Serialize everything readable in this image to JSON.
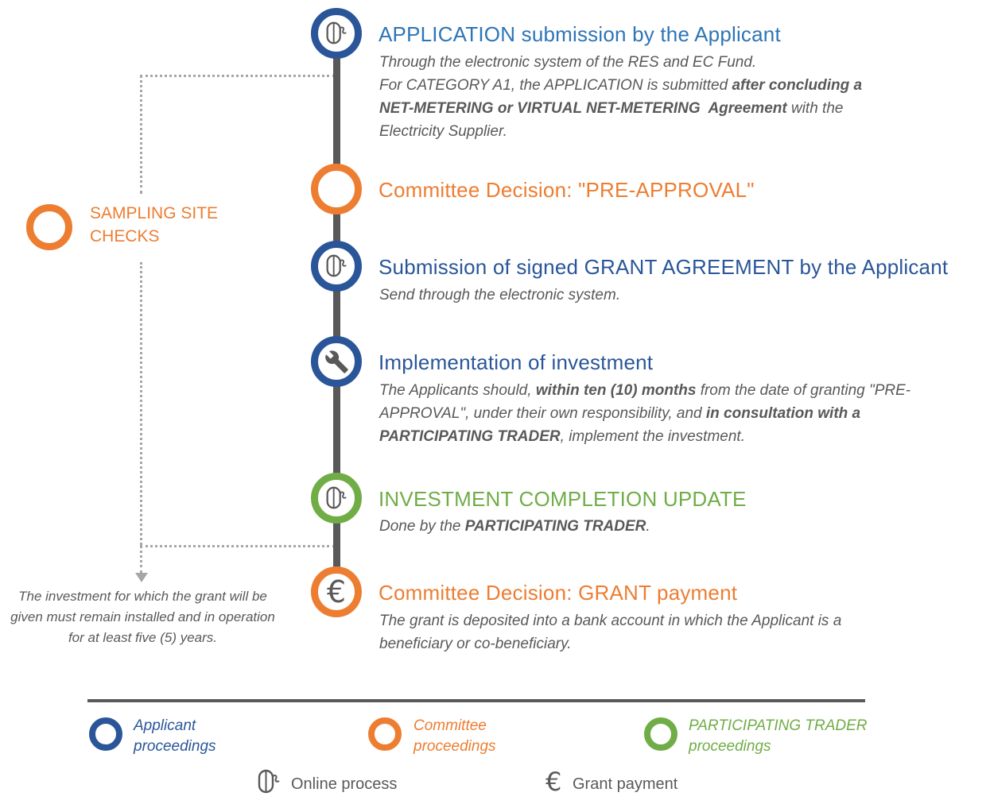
{
  "colors": {
    "blue_dark": "#2a5699",
    "blue_title": "#2e75b6",
    "orange": "#ed7d31",
    "green": "#70ad47",
    "text_gray": "#595959",
    "timeline_gray": "#595959",
    "dotted_gray": "#a6a6a6"
  },
  "sampling": {
    "label": "SAMPLING SITE CHECKS"
  },
  "retention_note": "The investment for which the grant will be given must remain installed and in operation for at least five (5) years.",
  "steps": [
    {
      "title": "APPLICATION submission by the Applicant",
      "icon": "mouse",
      "desc": [
        {
          "text": "Through the electronic system of the RES and EC Fund.\nFor CATEGORY A1, the APPLICATION is submitted ",
          "bold": false
        },
        {
          "text": "after concluding a NET-METERING or VIRTUAL NET-METERING  Agreement",
          "bold": true
        },
        {
          "text": " with the Electricity Supplier.",
          "bold": false
        }
      ]
    },
    {
      "title": "Committee Decision: \"PRE-APPROVAL\"",
      "icon": "none",
      "desc": []
    },
    {
      "title": "Submission of signed GRANT AGREEMENT by the Applicant",
      "icon": "mouse",
      "desc": [
        {
          "text": "Send through the electronic system.",
          "bold": false
        }
      ]
    },
    {
      "title": "Implementation of investment",
      "icon": "wrench",
      "desc": [
        {
          "text": "The Applicants should, ",
          "bold": false
        },
        {
          "text": "within ten (10) months",
          "bold": true
        },
        {
          "text": " from the date of granting \"PRE-APPROVAL\", under their own responsibility, and ",
          "bold": false
        },
        {
          "text": "in consultation with a PARTICIPATING TRADER",
          "bold": true
        },
        {
          "text": ", implement the investment.",
          "bold": false
        }
      ]
    },
    {
      "title": "INVESTMENT COMPLETION UPDATE",
      "icon": "mouse",
      "desc": [
        {
          "text": "Done by the ",
          "bold": false
        },
        {
          "text": "PARTICIPATING TRADER",
          "bold": true
        },
        {
          "text": ".",
          "bold": false
        }
      ]
    },
    {
      "title": "Committee Decision: GRANT payment",
      "icon": "euro",
      "desc": [
        {
          "text": "The grant is deposited into a bank account in which the Applicant is a beneficiary or co-beneficiary.",
          "bold": false
        }
      ]
    }
  ],
  "legend": {
    "applicant": "Applicant\nproceedings",
    "committee": "Committee\nproceedings",
    "trader": "PARTICIPATING TRADER\nproceedings",
    "online": "Online process",
    "grant": "Grant payment"
  },
  "icons": {
    "euro_glyph": "€"
  }
}
